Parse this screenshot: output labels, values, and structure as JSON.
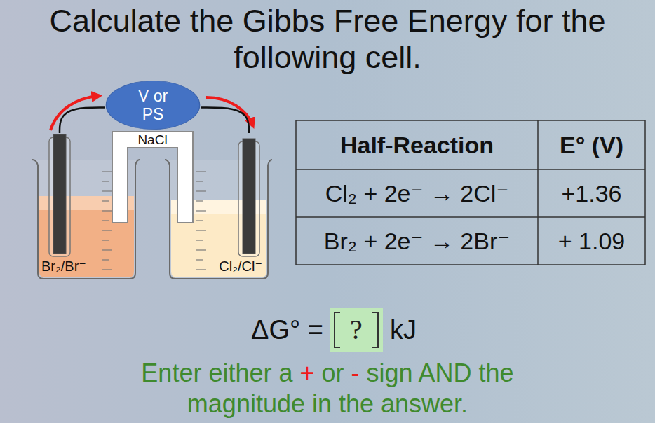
{
  "diagram": {
    "title": "Calculate the Gibbs Free Energy for the following cell.",
    "nodes": [
      {
        "text": [
          "V or PS"
        ]
      },
      {
        "text": [
          "NaCl"
        ]
      },
      {
        "text": [
          "Br₂/Br⁻"
        ]
      },
      {
        "text": [
          "Cl₂/Cl⁻"
        ]
      },
      {
        "text": [
          "?"
        ]
      }
    ],
    "edges": [
      {
        "from": 2,
        "to": 0,
        "arrow": "none"
      },
      {
        "from": 0,
        "to": 3,
        "arrow": "none"
      }
    ],
    "labels": [
      "Half-Reaction",
      "E° (V)",
      "Cl₂ + 2e⁻ → 2Cl⁻",
      "+1.36",
      "Br₂ + 2e⁻ → 2Br⁻",
      "+ 1.09",
      "ΔG° =",
      "kJ",
      "Enter either a",
      "+",
      "or",
      "-",
      "sign AND the",
      "magnitude in the answer."
    ]
  }
}
